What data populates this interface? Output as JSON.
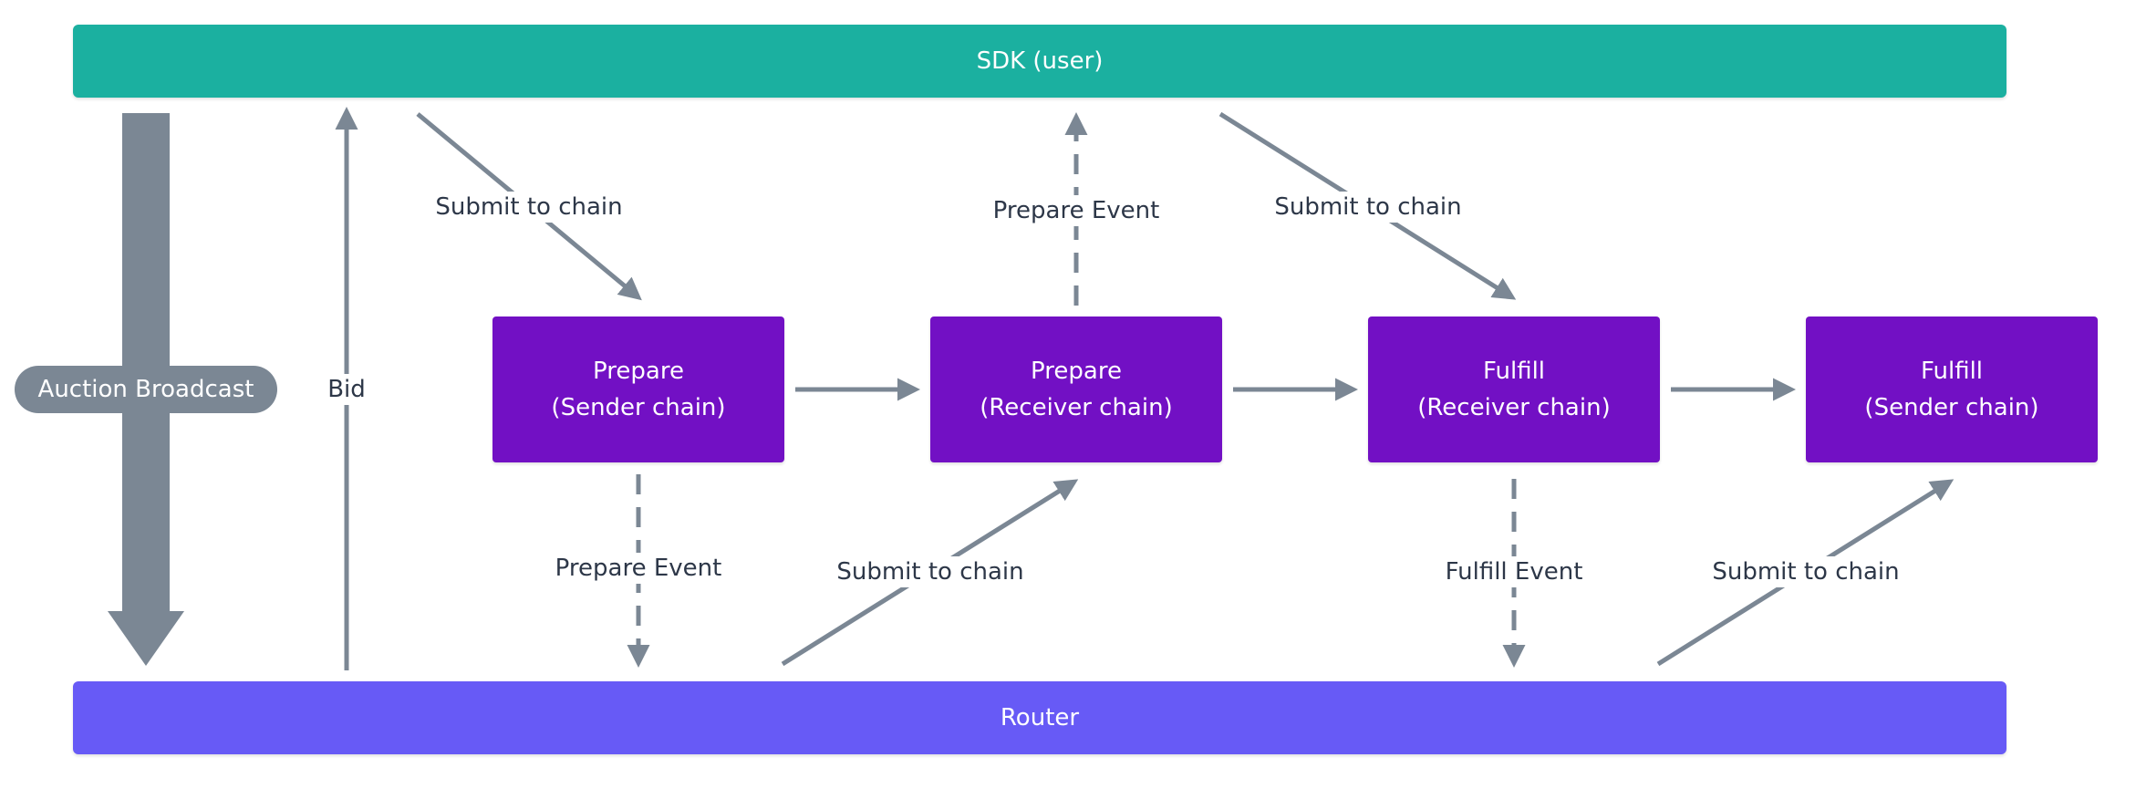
{
  "colors": {
    "sdk_bar": "#1bb0a0",
    "router_bar": "#675af6",
    "step_box": "#7210c4",
    "arrow": "#7b8794",
    "label_text": "#2d3748"
  },
  "sdk": {
    "label": "SDK (user)"
  },
  "router": {
    "label": "Router"
  },
  "auction": {
    "label": "Auction Broadcast"
  },
  "bid": {
    "label": "Bid"
  },
  "steps": [
    {
      "line1": "Prepare",
      "line2": "(Sender chain)"
    },
    {
      "line1": "Prepare",
      "line2": "(Receiver chain)"
    },
    {
      "line1": "Fulfill",
      "line2": "(Receiver chain)"
    },
    {
      "line1": "Fulfill",
      "line2": "(Sender chain)"
    }
  ],
  "edges": {
    "submit_1": "Submit to chain",
    "prepare_event_1": "Prepare Event",
    "submit_2": "Submit to chain",
    "prepare_event_2": "Prepare Event",
    "submit_3": "Submit to chain",
    "fulfill_event": "Fulfill Event",
    "submit_4": "Submit to chain"
  }
}
